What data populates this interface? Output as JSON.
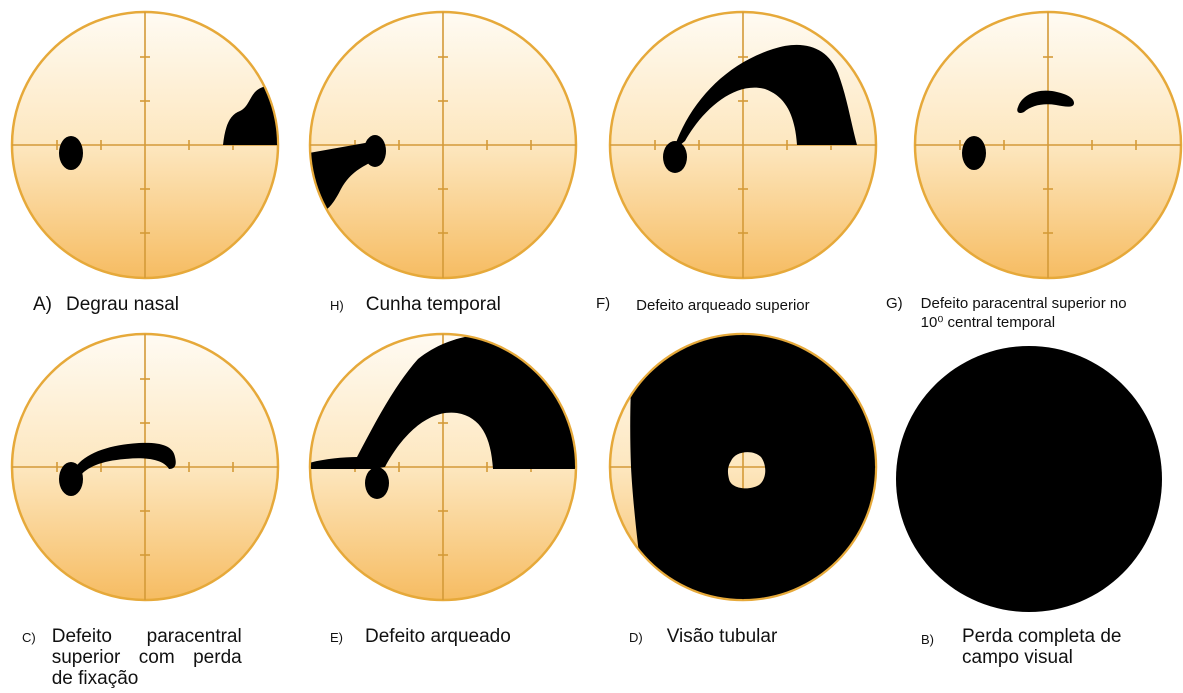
{
  "colors": {
    "field_top": "#fffaf0",
    "field_bottom": "#f8c470",
    "rim": "#e6a93a",
    "axis": "#d49a38",
    "defect": "#000000"
  },
  "panels": [
    {
      "letter": "A)",
      "caption": "Degrau nasal"
    },
    {
      "letter": "H)",
      "caption": "Cunha temporal"
    },
    {
      "letter": "F)",
      "caption": "Defeito arqueado superior"
    },
    {
      "letter": "G)",
      "caption": "Defeito paracentral superior no 10⁰ central temporal"
    },
    {
      "letter": "C)",
      "caption": "Defeito paracentral superior com perda de fixação"
    },
    {
      "letter": "E)",
      "caption": "Defeito arqueado"
    },
    {
      "letter": "D)",
      "caption": "Visão tubular"
    },
    {
      "letter": "B)",
      "caption": "Perda completa de campo visual"
    }
  ]
}
